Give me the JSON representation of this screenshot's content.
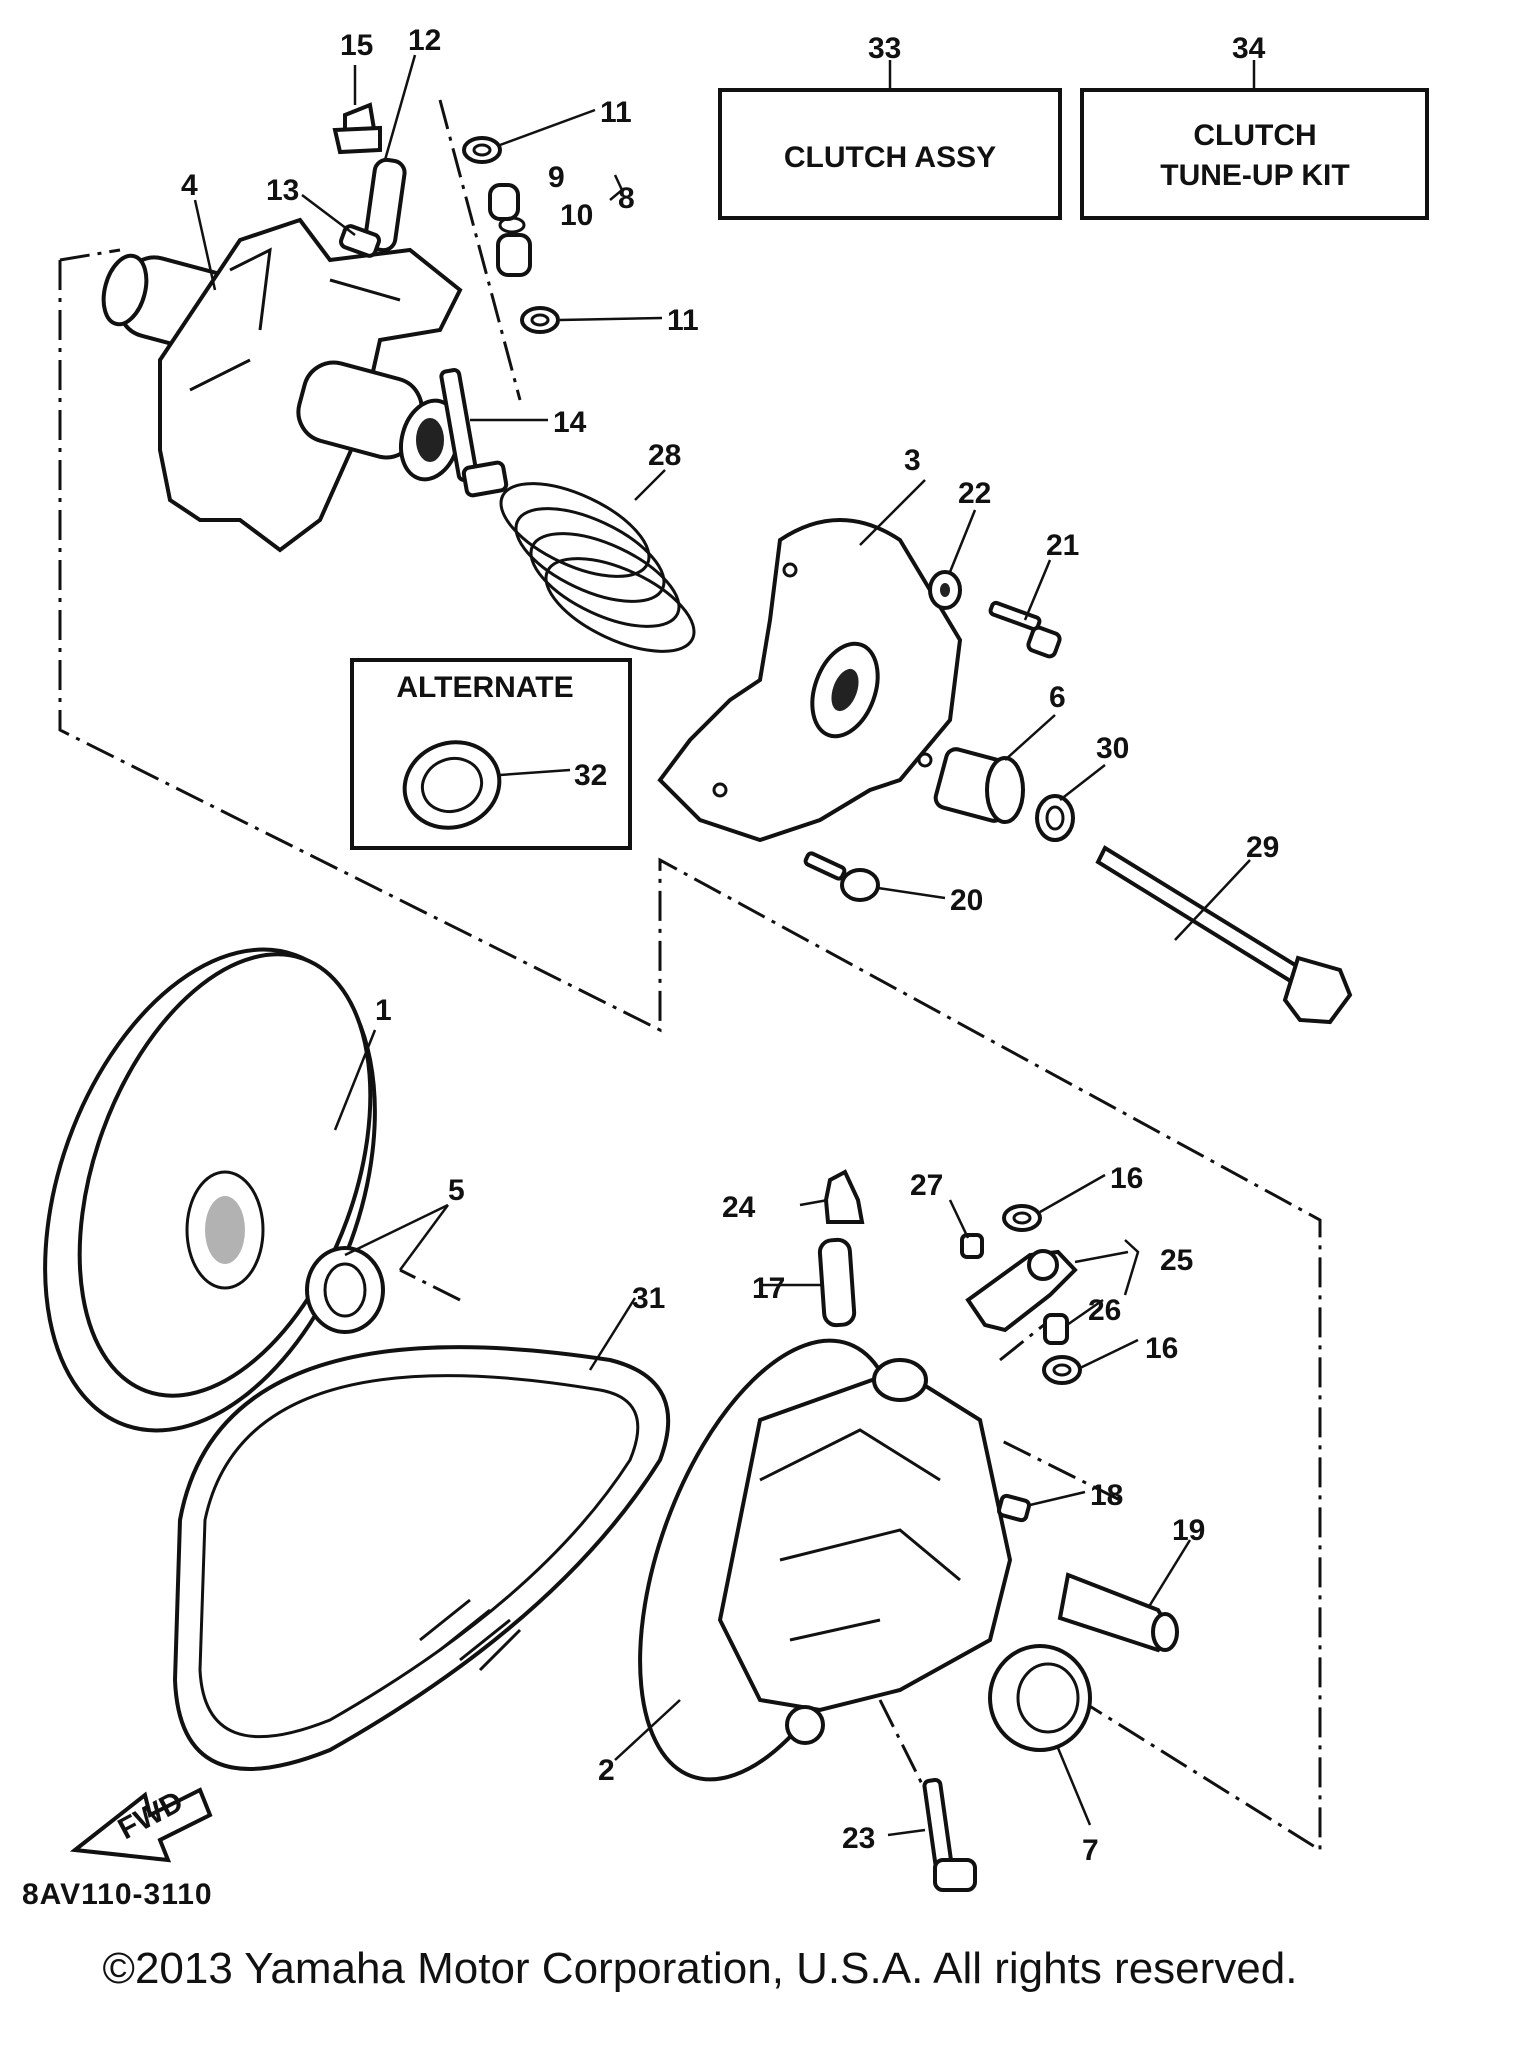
{
  "labels": {
    "l1": "1",
    "l2": "2",
    "l3": "3",
    "l4": "4",
    "l5": "5",
    "l6": "6",
    "l7": "7",
    "l8": "8",
    "l9": "9",
    "l10": "10",
    "l11a": "11",
    "l11b": "11",
    "l12": "12",
    "l13": "13",
    "l14": "14",
    "l15": "15",
    "l16a": "16",
    "l16b": "16",
    "l17": "17",
    "l18": "18",
    "l19": "19",
    "l20": "20",
    "l21": "21",
    "l22": "22",
    "l23": "23",
    "l24": "24",
    "l25": "25",
    "l26": "26",
    "l27": "27",
    "l28": "28",
    "l29": "29",
    "l30": "30",
    "l31": "31",
    "l32": "32",
    "l33": "33",
    "l34": "34"
  },
  "boxes": {
    "clutch_assy": "CLUTCH ASSY",
    "tuneup_line1": "CLUTCH",
    "tuneup_line2": "TUNE-UP KIT",
    "alternate": "ALTERNATE"
  },
  "fwd_label": "FWD",
  "diagram_code": "8AV110-3110",
  "copyright": "©2013 Yamaha Motor Corporation, U.S.A. All rights reserved."
}
